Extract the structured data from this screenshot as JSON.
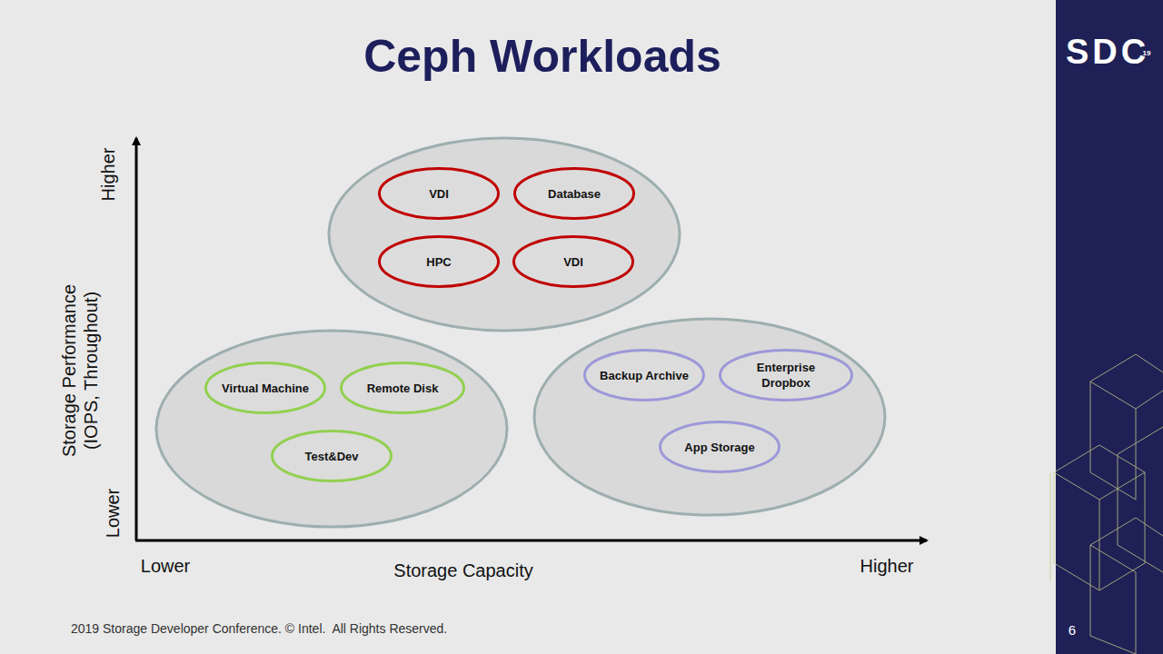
{
  "diagram": {
    "title": "Ceph Workloads",
    "nodes": [
      {
        "text": [
          "VDI"
        ]
      },
      {
        "text": [
          "Database"
        ]
      },
      {
        "text": [
          "HPC"
        ]
      },
      {
        "text": [
          "VDI"
        ]
      },
      {
        "text": [
          "Virtual Machine"
        ]
      },
      {
        "text": [
          "Remote Disk"
        ]
      },
      {
        "text": [
          "Test&Dev"
        ]
      },
      {
        "text": [
          "Backup Archive"
        ]
      },
      {
        "text": [
          "Enterprise Dropbox"
        ]
      },
      {
        "text": [
          "App Storage"
        ]
      }
    ],
    "labels": [
      "Higher",
      "Storage Performance (IOPS, Throughout)",
      "Lower",
      "Lower",
      "Storage Capacity",
      "Higher",
      "2019 Storage Developer Conference. © Intel.  All Rights Reserved.",
      "6",
      "SDC",
      "19"
    ]
  }
}
